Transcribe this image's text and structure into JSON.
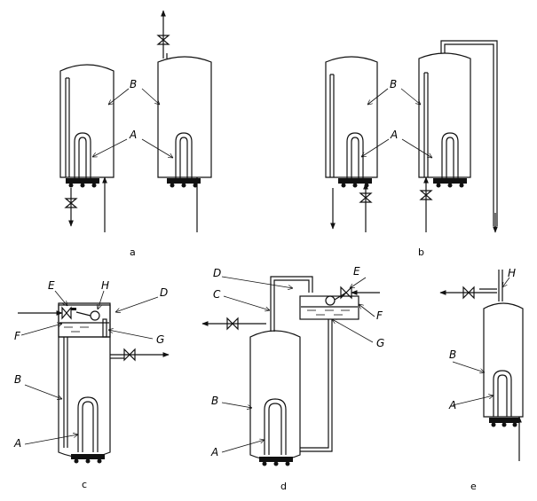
{
  "labels": {
    "A": "A",
    "B": "B",
    "C": "C",
    "D": "D",
    "E": "E",
    "F": "F",
    "G": "G",
    "H": "H"
  },
  "captions": {
    "a": "a",
    "b": "b",
    "c": "c",
    "d": "d",
    "e": "e"
  }
}
